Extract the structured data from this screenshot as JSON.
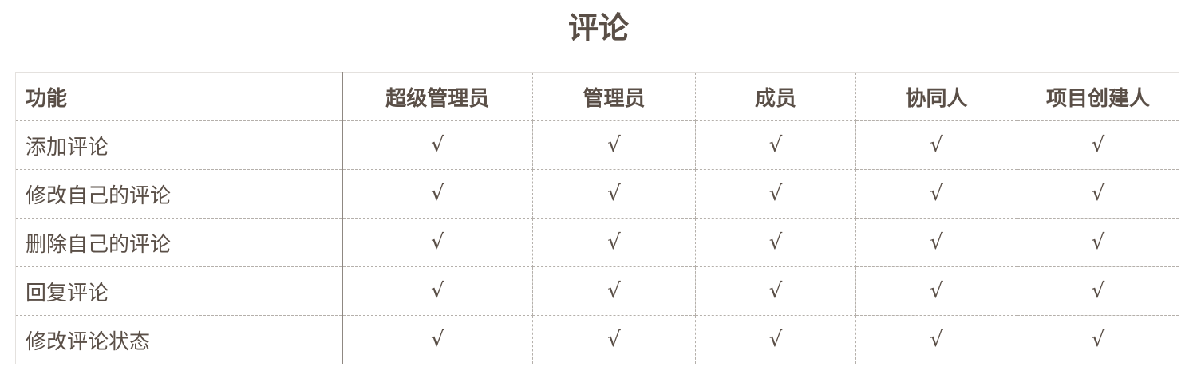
{
  "title": "评论",
  "table": {
    "headers": [
      "功能",
      "超级管理员",
      "管理员",
      "成员",
      "协同人",
      "项目创建人"
    ],
    "rows": [
      {
        "feature": "添加评论",
        "cells": [
          "√",
          "√",
          "√",
          "√",
          "√"
        ]
      },
      {
        "feature": "修改自己的评论",
        "cells": [
          "√",
          "√",
          "√",
          "√",
          "√"
        ]
      },
      {
        "feature": "删除自己的评论",
        "cells": [
          "√",
          "√",
          "√",
          "√",
          "√"
        ]
      },
      {
        "feature": "回复评论",
        "cells": [
          "√",
          "√",
          "√",
          "√",
          "√"
        ]
      },
      {
        "feature": "修改评论状态",
        "cells": [
          "√",
          "√",
          "√",
          "√",
          "√"
        ]
      }
    ]
  }
}
